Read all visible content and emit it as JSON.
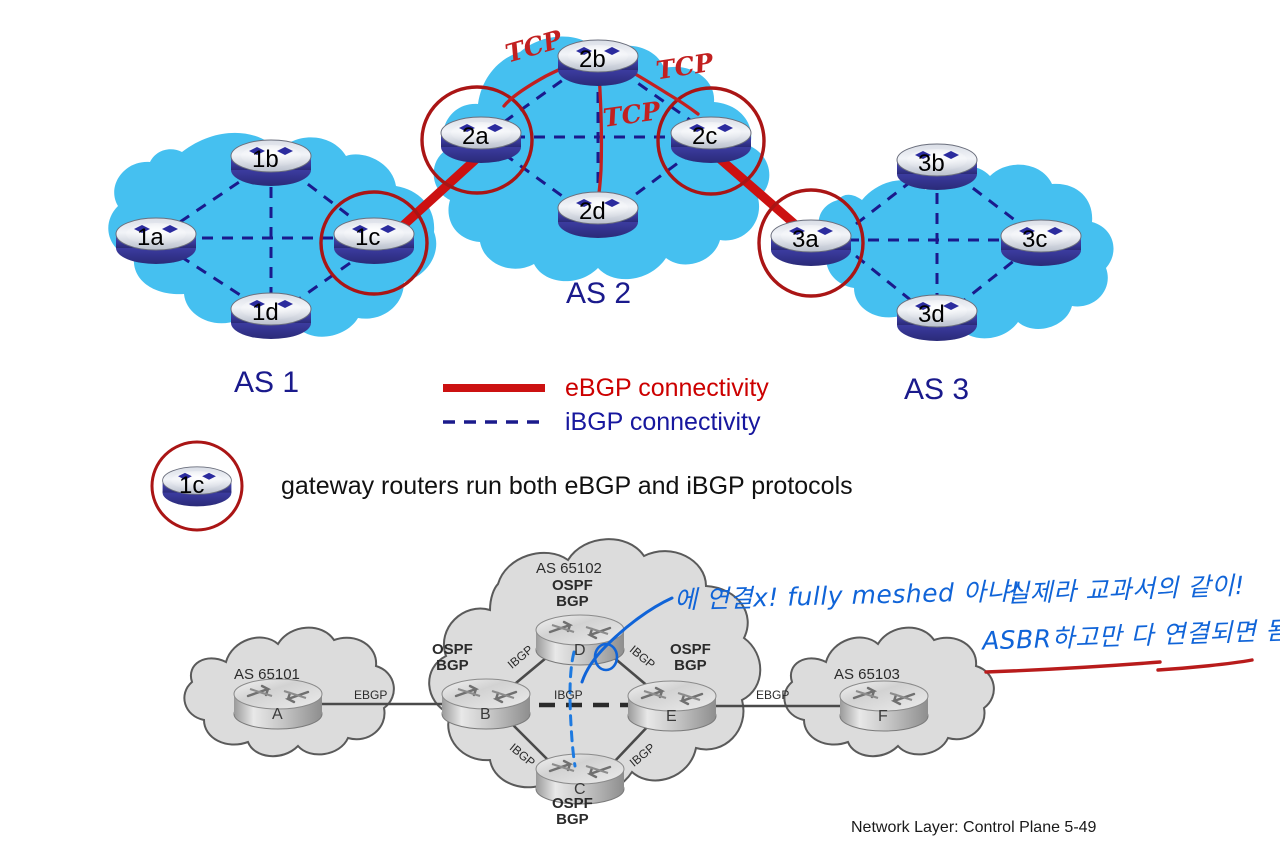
{
  "slide": {
    "footer": "Network Layer: Control Plane  5-49"
  },
  "top_diagram": {
    "autonomous_systems": [
      {
        "id": "as1",
        "label": "AS 1"
      },
      {
        "id": "as2",
        "label": "AS 2"
      },
      {
        "id": "as3",
        "label": "AS 3"
      }
    ],
    "routers": [
      {
        "id": "1a",
        "label": "1a",
        "as": "AS 1",
        "gateway": false
      },
      {
        "id": "1b",
        "label": "1b",
        "as": "AS 1",
        "gateway": false
      },
      {
        "id": "1c",
        "label": "1c",
        "as": "AS 1",
        "gateway": true
      },
      {
        "id": "1d",
        "label": "1d",
        "as": "AS 1",
        "gateway": false
      },
      {
        "id": "2a",
        "label": "2a",
        "as": "AS 2",
        "gateway": true
      },
      {
        "id": "2b",
        "label": "2b",
        "as": "AS 2",
        "gateway": false
      },
      {
        "id": "2c",
        "label": "2c",
        "as": "AS 2",
        "gateway": true
      },
      {
        "id": "2d",
        "label": "2d",
        "as": "AS 2",
        "gateway": false
      },
      {
        "id": "3a",
        "label": "3a",
        "as": "AS 3",
        "gateway": true
      },
      {
        "id": "3b",
        "label": "3b",
        "as": "AS 3",
        "gateway": false
      },
      {
        "id": "3c",
        "label": "3c",
        "as": "AS 3",
        "gateway": false
      },
      {
        "id": "3d",
        "label": "3d",
        "as": "AS 3",
        "gateway": false
      }
    ],
    "ebgp_links": [
      {
        "from": "1c",
        "to": "2a"
      },
      {
        "from": "2c",
        "to": "3a"
      }
    ],
    "annotations": [
      {
        "id": "tcp-2a-2b",
        "label": "TCP"
      },
      {
        "id": "tcp-2b-2c",
        "label": "TCP"
      },
      {
        "id": "tcp-2b-2d",
        "label": "TCP"
      }
    ]
  },
  "legend": {
    "ebgp_label": "eBGP connectivity",
    "ibgp_label": "iBGP connectivity",
    "ebgp_color": "#cc0000",
    "ibgp_color": "#17179e",
    "gateway_router_label": "1c",
    "gateway_note": "gateway routers run both eBGP and iBGP protocols"
  },
  "lower_diagram": {
    "clouds": [
      {
        "id": "as65101",
        "label": "AS 65101"
      },
      {
        "id": "as65102",
        "label": "AS 65102"
      },
      {
        "id": "as65103",
        "label": "AS 65103"
      }
    ],
    "routers": [
      {
        "id": "A",
        "label": "A",
        "protocols": ""
      },
      {
        "id": "B",
        "label": "B",
        "protocols": "OSPF\nBGP"
      },
      {
        "id": "C",
        "label": "C",
        "protocols": "OSPF\nBGP"
      },
      {
        "id": "D",
        "label": "D",
        "protocols": "OSPF\nBGP"
      },
      {
        "id": "E",
        "label": "E",
        "protocols": "OSPF\nBGP"
      },
      {
        "id": "F",
        "label": "F",
        "protocols": ""
      }
    ],
    "protocol_tags": [
      {
        "id": "ospf-bgp-b",
        "line1": "OSPF",
        "line2": "BGP"
      },
      {
        "id": "ospf-bgp-d",
        "line1": "OSPF",
        "line2": "BGP"
      },
      {
        "id": "ospf-bgp-e",
        "line1": "OSPF",
        "line2": "BGP"
      },
      {
        "id": "ospf-bgp-c",
        "line1": "OSPF",
        "line2": "BGP"
      }
    ],
    "link_labels": [
      {
        "id": "ebgp-a-b",
        "label": "EBGP"
      },
      {
        "id": "ibgp-b-d",
        "label": "IBGP"
      },
      {
        "id": "ibgp-d-e",
        "label": "IBGP"
      },
      {
        "id": "ibgp-b-e",
        "label": "IBGP"
      },
      {
        "id": "ibgp-b-c",
        "label": "IBGP"
      },
      {
        "id": "ibgp-c-e",
        "label": "IBGP"
      },
      {
        "id": "ebgp-e-f",
        "label": "EBGP"
      }
    ]
  },
  "handwriting": {
    "ko_line1": "에 연결x! fully meshed 아냐!",
    "ko_line2": "실제라 교과서의 같이!",
    "ko_line3": "ASBR하고만 다 연결되면 됨!",
    "ink_blue": "#1064d8",
    "ink_red": "#c22020"
  }
}
